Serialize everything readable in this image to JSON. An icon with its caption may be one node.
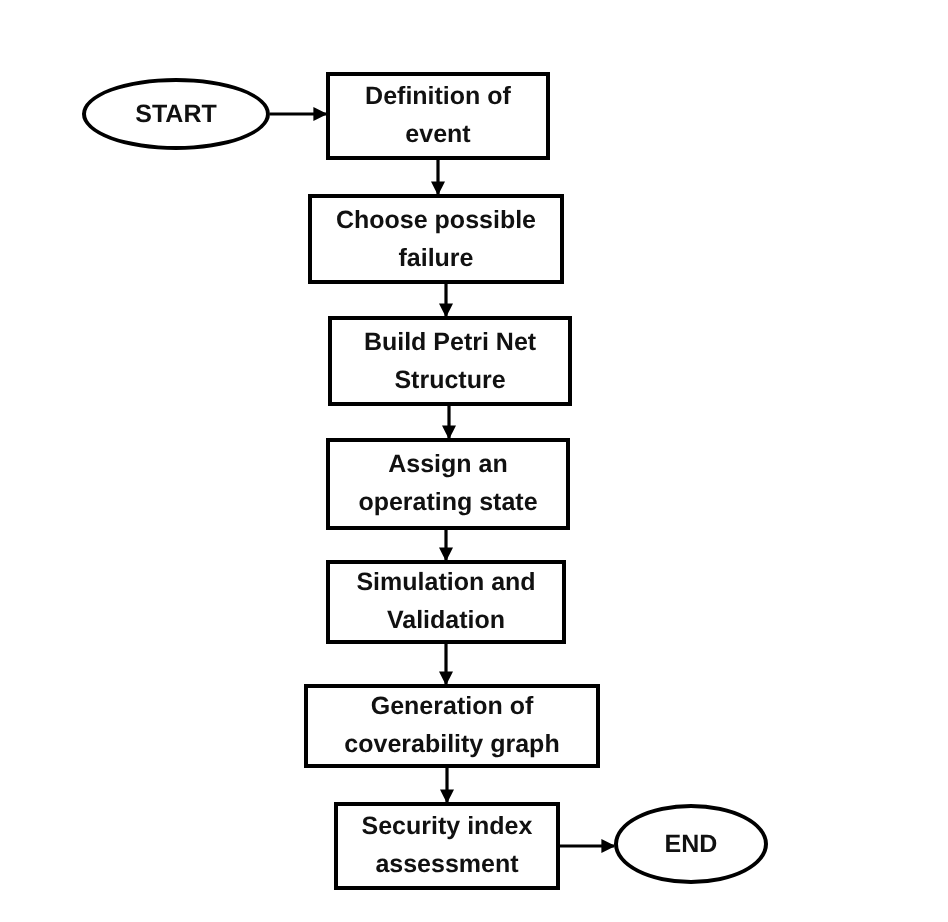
{
  "diagram": {
    "nodes": [
      {
        "text": [
          "START"
        ]
      },
      {
        "text": [
          "Definition of event"
        ]
      },
      {
        "text": [
          "Choose possible failure"
        ]
      },
      {
        "text": [
          "Build Petri Net Structure"
        ]
      },
      {
        "text": [
          "Assign an operating state"
        ]
      },
      {
        "text": [
          "Simulation and Validation"
        ]
      },
      {
        "text": [
          "Generation of coverability graph"
        ]
      },
      {
        "text": [
          "Security index assessment"
        ]
      },
      {
        "text": [
          "END"
        ]
      }
    ],
    "edges": [
      {
        "from": 0,
        "to": 1,
        "arrow": "to"
      },
      {
        "from": 1,
        "to": 2,
        "arrow": "to"
      },
      {
        "from": 2,
        "to": 3,
        "arrow": "to"
      },
      {
        "from": 3,
        "to": 4,
        "arrow": "to"
      },
      {
        "from": 4,
        "to": 5,
        "arrow": "to"
      },
      {
        "from": 5,
        "to": 6,
        "arrow": "to"
      },
      {
        "from": 6,
        "to": 7,
        "arrow": "to"
      },
      {
        "from": 7,
        "to": 8,
        "arrow": "to"
      }
    ]
  }
}
